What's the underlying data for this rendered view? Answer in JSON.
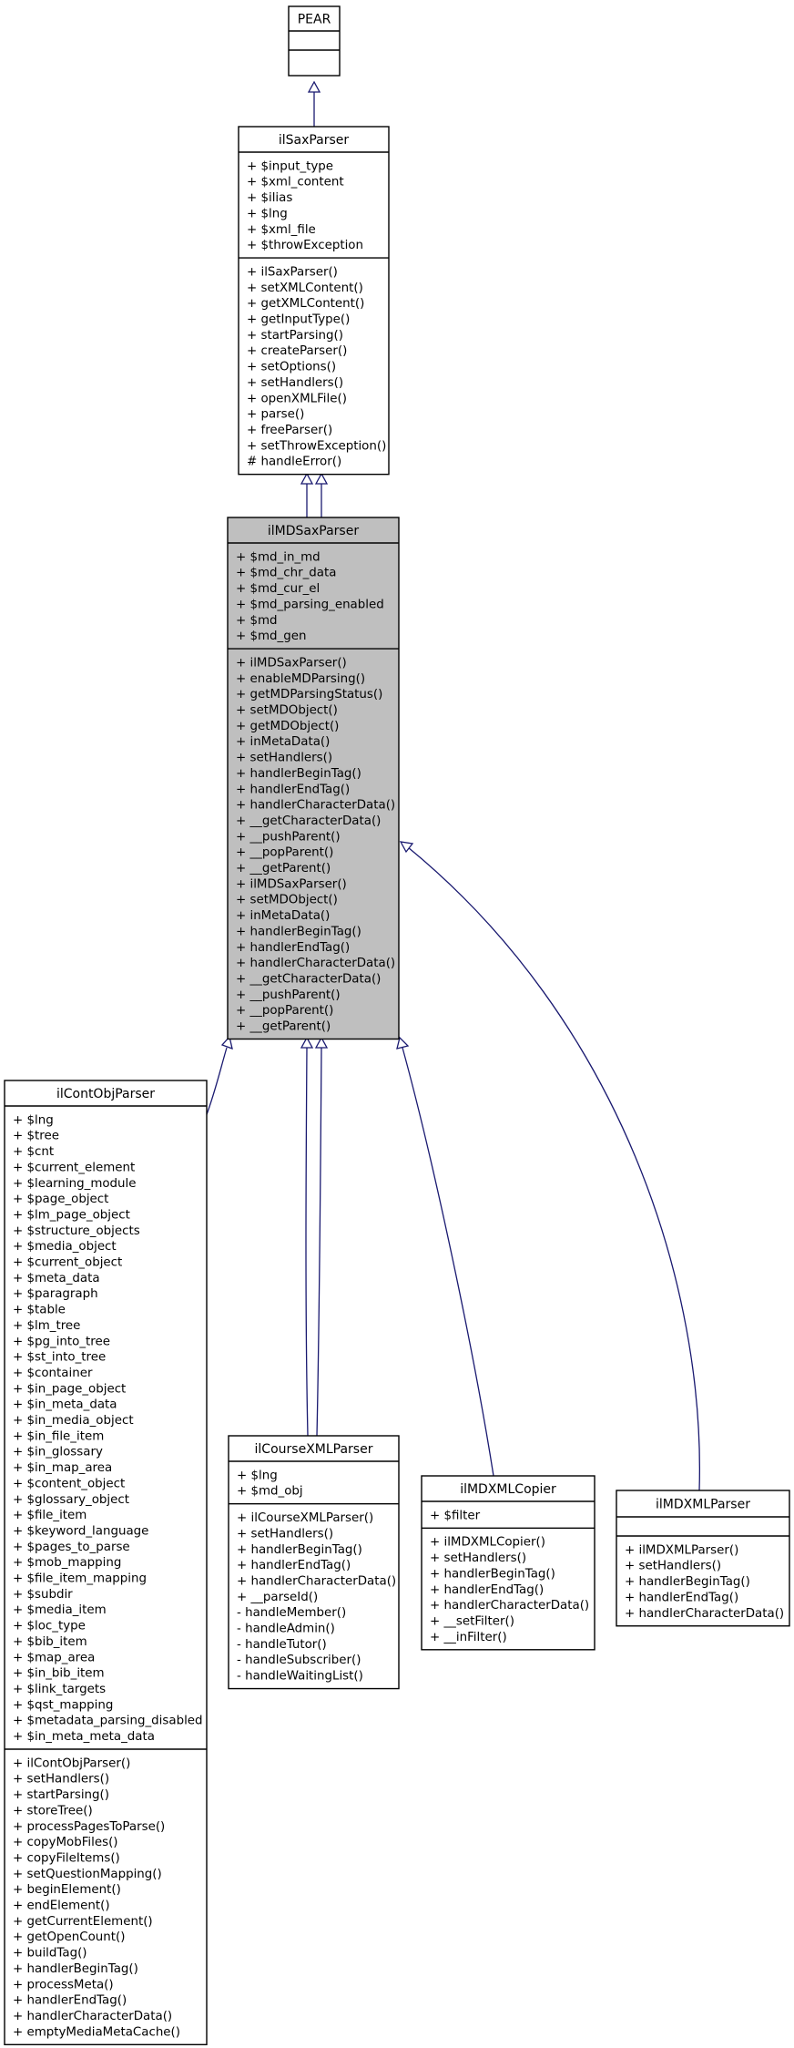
{
  "classes": [
    {
      "id": "PEAR",
      "title": "PEAR",
      "attributes": [],
      "methods": []
    },
    {
      "id": "ilSaxParser",
      "title": "ilSaxParser",
      "attributes": [
        "+ $input_type",
        "+ $xml_content",
        "+ $ilias",
        "+ $lng",
        "+ $xml_file",
        "+ $throwException"
      ],
      "methods": [
        "+ ilSaxParser()",
        "+ setXMLContent()",
        "+ getXMLContent()",
        "+ getInputType()",
        "+ startParsing()",
        "+ createParser()",
        "+ setOptions()",
        "+ setHandlers()",
        "+ openXMLFile()",
        "+ parse()",
        "+ freeParser()",
        "+ setThrowException()",
        "# handleError()"
      ]
    },
    {
      "id": "ilMDSaxParser",
      "title": "ilMDSaxParser",
      "highlighted": true,
      "attributes": [
        "+ $md_in_md",
        "+ $md_chr_data",
        "+ $md_cur_el",
        "+ $md_parsing_enabled",
        "+ $md",
        "+ $md_gen"
      ],
      "methods": [
        "+ ilMDSaxParser()",
        "+ enableMDParsing()",
        "+ getMDParsingStatus()",
        "+ setMDObject()",
        "+ getMDObject()",
        "+ inMetaData()",
        "+ setHandlers()",
        "+ handlerBeginTag()",
        "+ handlerEndTag()",
        "+ handlerCharacterData()",
        "+ __getCharacterData()",
        "+ __pushParent()",
        "+ __popParent()",
        "+ __getParent()",
        "+ ilMDSaxParser()",
        "+ setMDObject()",
        "+ inMetaData()",
        "+ handlerBeginTag()",
        "+ handlerEndTag()",
        "+ handlerCharacterData()",
        "+ __getCharacterData()",
        "+ __pushParent()",
        "+ __popParent()",
        "+ __getParent()"
      ]
    },
    {
      "id": "ilContObjParser",
      "title": "ilContObjParser",
      "attributes": [
        "+ $lng",
        "+ $tree",
        "+ $cnt",
        "+ $current_element",
        "+ $learning_module",
        "+ $page_object",
        "+ $lm_page_object",
        "+ $structure_objects",
        "+ $media_object",
        "+ $current_object",
        "+ $meta_data",
        "+ $paragraph",
        "+ $table",
        "+ $lm_tree",
        "+ $pg_into_tree",
        "+ $st_into_tree",
        "+ $container",
        "+ $in_page_object",
        "+ $in_meta_data",
        "+ $in_media_object",
        "+ $in_file_item",
        "+ $in_glossary",
        "+ $in_map_area",
        "+ $content_object",
        "+ $glossary_object",
        "+ $file_item",
        "+ $keyword_language",
        "+ $pages_to_parse",
        "+ $mob_mapping",
        "+ $file_item_mapping",
        "+ $subdir",
        "+ $media_item",
        "+ $loc_type",
        "+ $bib_item",
        "+ $map_area",
        "+ $in_bib_item",
        "+ $link_targets",
        "+ $qst_mapping",
        "+ $metadata_parsing_disabled",
        "+ $in_meta_meta_data"
      ],
      "methods": [
        "+ ilContObjParser()",
        "+ setHandlers()",
        "+ startParsing()",
        "+ storeTree()",
        "+ processPagesToParse()",
        "+ copyMobFiles()",
        "+ copyFileItems()",
        "+ setQuestionMapping()",
        "+ beginElement()",
        "+ endElement()",
        "+ getCurrentElement()",
        "+ getOpenCount()",
        "+ buildTag()",
        "+ handlerBeginTag()",
        "+ processMeta()",
        "+ handlerEndTag()",
        "+ handlerCharacterData()",
        "+ emptyMediaMetaCache()"
      ]
    },
    {
      "id": "ilCourseXMLParser",
      "title": "ilCourseXMLParser",
      "attributes": [
        "+ $lng",
        "+ $md_obj"
      ],
      "methods": [
        "+ ilCourseXMLParser()",
        "+ setHandlers()",
        "+ handlerBeginTag()",
        "+ handlerEndTag()",
        "+ handlerCharacterData()",
        "+ __parseId()",
        "- handleMember()",
        "- handleAdmin()",
        "- handleTutor()",
        "- handleSubscriber()",
        "- handleWaitingList()"
      ]
    },
    {
      "id": "ilMDXMLCopier",
      "title": "ilMDXMLCopier",
      "attributes": [
        "+ $filter"
      ],
      "methods": [
        "+ ilMDXMLCopier()",
        "+ setHandlers()",
        "+ handlerBeginTag()",
        "+ handlerEndTag()",
        "+ handlerCharacterData()",
        "+ __setFilter()",
        "+ __inFilter()"
      ]
    },
    {
      "id": "ilMDXMLParser",
      "title": "ilMDXMLParser",
      "attributes": [],
      "methods": [
        "+ ilMDXMLParser()",
        "+ setHandlers()",
        "+ handlerBeginTag()",
        "+ handlerEndTag()",
        "+ handlerCharacterData()"
      ]
    }
  ]
}
